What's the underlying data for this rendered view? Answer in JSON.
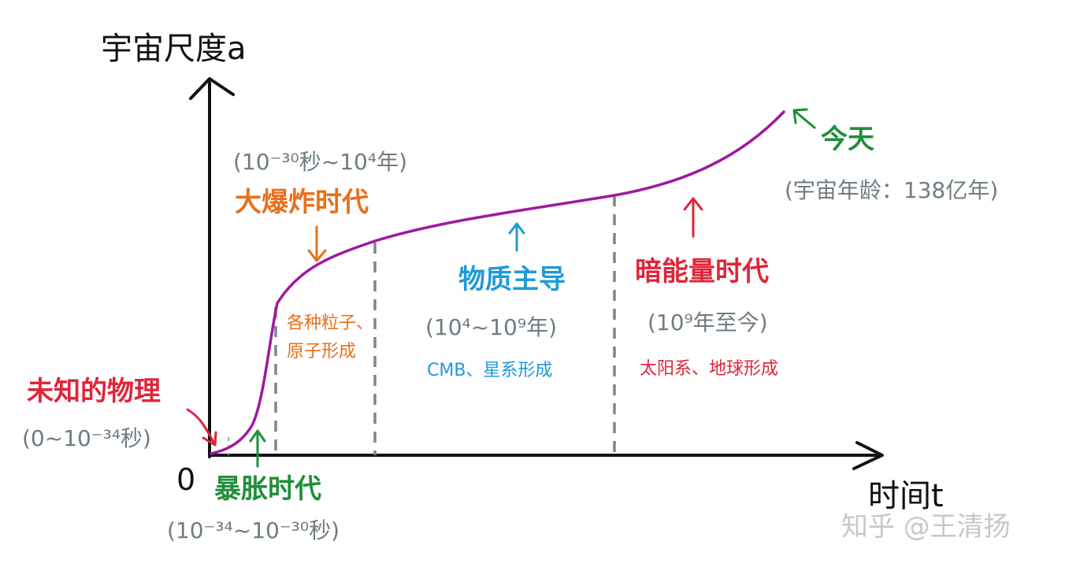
{
  "axes": {
    "y_label": "宇宙尺度a",
    "x_label": "时间t",
    "origin": "0"
  },
  "eras": {
    "unknown": {
      "title": "未知的物理",
      "range": "(0~10⁻³⁴秒)"
    },
    "inflation": {
      "title": "暴胀时代",
      "range": "(10⁻³⁴~10⁻³⁰秒)"
    },
    "big_bang": {
      "title": "大爆炸时代",
      "range": "(10⁻³⁰秒~10⁴年)",
      "note_line1": "各种粒子、",
      "note_line2": "原子形成"
    },
    "matter": {
      "title": "物质主导",
      "range": "(10⁴~10⁹年)",
      "note": "CMB、星系形成"
    },
    "dark_energy": {
      "title": "暗能量时代",
      "range": "(10⁹年至今)",
      "note": "太阳系、地球形成"
    },
    "today": {
      "title": "今天",
      "note": "(宇宙年龄：138亿年)"
    }
  },
  "watermark": "知乎 @王清扬",
  "colors": {
    "curve": "#a0199f",
    "axis": "#111111",
    "gray": "#6f7c83",
    "orange": "#e8701a",
    "blue": "#1f9ad6",
    "red": "#e0253a",
    "green": "#1e8f3a",
    "divider": "#7d868b"
  }
}
